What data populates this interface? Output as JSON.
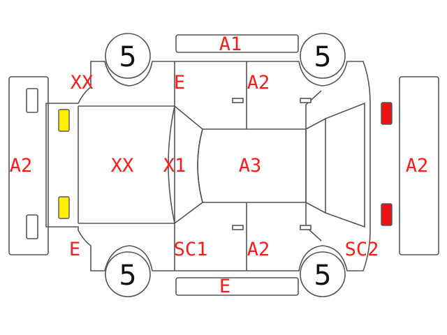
{
  "diagram": {
    "tyres": {
      "front_left": "5",
      "front_right": "5",
      "rear_left": "5",
      "rear_right": "5"
    },
    "labels": {
      "roof_left_edge": "A1",
      "front_left_panel": "XX",
      "front_left_door": "E",
      "rear_left_door": "A2",
      "front_bumper": "A2",
      "bonnet": "XX",
      "windshield": "X1",
      "roof": "A3",
      "rear_bumper": "A2",
      "front_right_panel": "E",
      "front_right_door": "SC1",
      "rear_right_door": "A2",
      "rear_right_panel": "SC2",
      "sill_right": "E"
    },
    "colors": {
      "front_lamp": "#ffee00",
      "rear_lamp": "#ee1111",
      "label": "#ff1a1a"
    }
  }
}
